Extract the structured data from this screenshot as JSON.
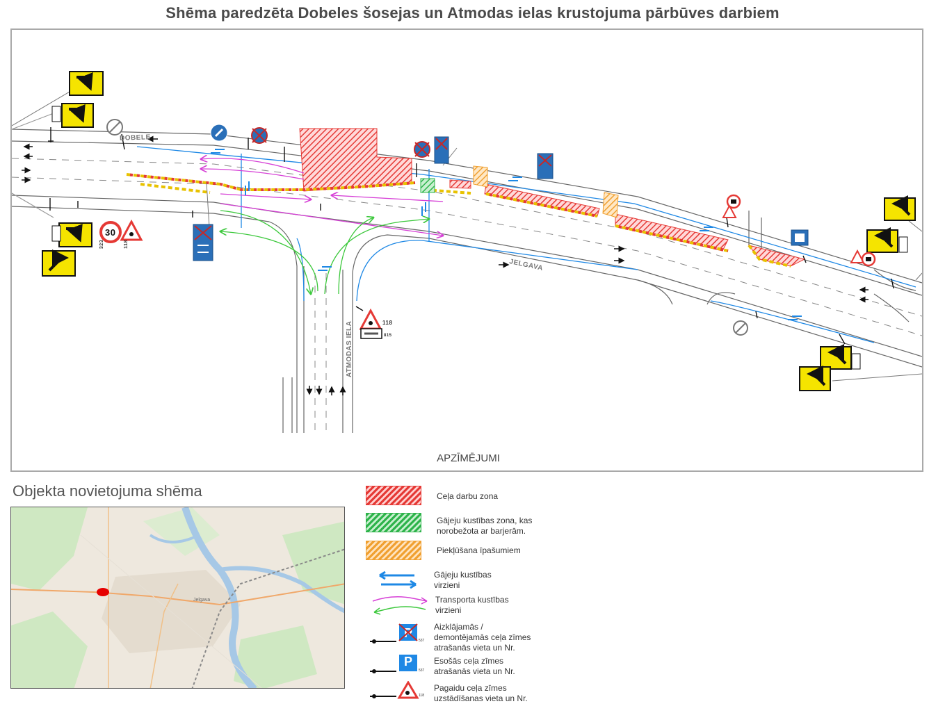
{
  "title": "Shēma paredzēta Dobeles šosejas un Atmodas ielas krustojuma pārbūves darbiem",
  "plan": {
    "street_labels": {
      "dobele": "DOBELE",
      "jelgava": "JELGAVA",
      "atmodas": "ATMODAS IELA"
    },
    "sign_numbers": {
      "speed_limit": "30",
      "warning_roadworks": "118",
      "speed_limit_code": "323",
      "roadworks_code_near": "118",
      "detour_plate_code": "815"
    },
    "legend_heading": "APZĪMĒJUMI"
  },
  "inset": {
    "title": "Objekta novietojuma shēma",
    "city_label": "Jelgava",
    "marker_color": "#e60000"
  },
  "legend": [
    {
      "id": "roadworks-zone",
      "text": "Ceļa darbu zona",
      "color": "#e53935"
    },
    {
      "id": "pedestrian-zone",
      "text": "Gājeju kustības zona, kas\nnorobežota ar barjerām.",
      "color": "#2db34a"
    },
    {
      "id": "property-access",
      "text": "Piekļūšana īpašumiem",
      "color": "#f0a030"
    },
    {
      "id": "pedestrian-directions",
      "text": "Gājeju kustības\nvirzieni",
      "color": "#1e88e5"
    },
    {
      "id": "transport-directions",
      "text": "Transporta kustības\nvirzieni",
      "color": "#d63fd6"
    },
    {
      "id": "covered-signs",
      "text": "Aizklājamās /\ndemontējamās ceļa zīmes\natrašanās vieta un Nr.",
      "code": "537"
    },
    {
      "id": "existing-signs",
      "text": "Esošās ceļa zīmes\natrašanās vieta un Nr.",
      "code": "537",
      "letter": "P"
    },
    {
      "id": "temporary-signs",
      "text": "Pagaidu ceļa zīmes\nuzstādīšanas vieta un Nr.",
      "code": "118"
    }
  ],
  "colors": {
    "sign_yellow": "#f5e400",
    "sign_blue": "#2a6fb8",
    "work_red": "#e53935",
    "ped_green": "#2db34a",
    "access_orange": "#f0a030",
    "ped_arrow": "#1e88e5",
    "transport_magenta": "#d63fd6",
    "transport_green": "#3cc83c"
  }
}
